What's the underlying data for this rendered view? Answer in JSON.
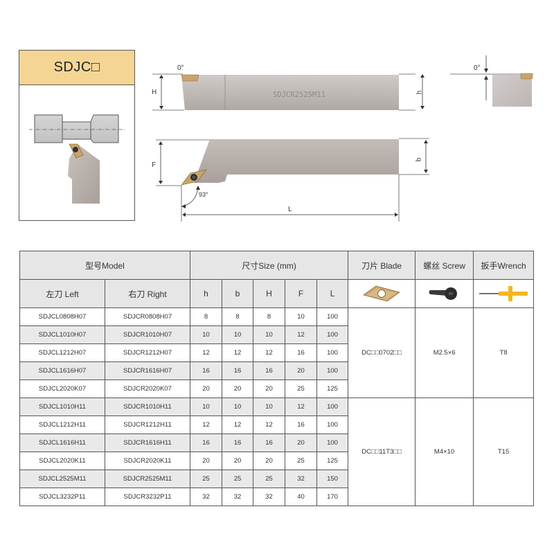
{
  "card": {
    "title": "SDJC□"
  },
  "drawing": {
    "top_view": {
      "rake_angle": "0°",
      "dim_H": "H",
      "dim_h": "h",
      "engraving": "SDJCR2525M11"
    },
    "side_view": {
      "rake_angle": "0°"
    },
    "plan_view": {
      "dim_F": "F",
      "dim_b": "b",
      "dim_L": "L",
      "lead_angle": "93°"
    }
  },
  "table": {
    "headers": {
      "model": "型号Model",
      "size": "尺寸Size (mm)",
      "blade": "刀片 Blade",
      "screw": "螺丝 Screw",
      "wrench": "扳手Wrench",
      "left": "左刀 Left",
      "right": "右刀 Right",
      "h": "h",
      "b": "b",
      "H": "H",
      "F": "F",
      "L": "L"
    },
    "icons": {
      "blade": "insert-icon",
      "screw": "screw-icon",
      "wrench": "wrench-icon"
    },
    "groups": [
      {
        "blade": "DC□□0702□□",
        "screw": "M2.5×6",
        "wrench": "T8",
        "rows": [
          {
            "left": "SDJCL0808H07",
            "right": "SDJCR0808H07",
            "h": "8",
            "b": "8",
            "H": "8",
            "F": "10",
            "L": "100"
          },
          {
            "left": "SDJCL1010H07",
            "right": "SDJCR1010H07",
            "h": "10",
            "b": "10",
            "H": "10",
            "F": "12",
            "L": "100"
          },
          {
            "left": "SDJCL1212H07",
            "right": "SDJCR1212H07",
            "h": "12",
            "b": "12",
            "H": "12",
            "F": "16",
            "L": "100"
          },
          {
            "left": "SDJCL1616H07",
            "right": "SDJCR1616H07",
            "h": "16",
            "b": "16",
            "H": "16",
            "F": "20",
            "L": "100"
          },
          {
            "left": "SDJCL2020K07",
            "right": "SDJCR2020K07",
            "h": "20",
            "b": "20",
            "H": "20",
            "F": "25",
            "L": "125"
          }
        ]
      },
      {
        "blade": "DC□□11T3□□",
        "screw": "M4×10",
        "wrench": "T15",
        "rows": [
          {
            "left": "SDJCL1010H11",
            "right": "SDJCR1010H11",
            "h": "10",
            "b": "10",
            "H": "10",
            "F": "12",
            "L": "100"
          },
          {
            "left": "SDJCL1212H11",
            "right": "SDJCR1212H11",
            "h": "12",
            "b": "12",
            "H": "12",
            "F": "16",
            "L": "100"
          },
          {
            "left": "SDJCL1616H11",
            "right": "SDJCR1616H11",
            "h": "16",
            "b": "16",
            "H": "16",
            "F": "20",
            "L": "100"
          },
          {
            "left": "SDJCL2020K11",
            "right": "SDJCR2020K11",
            "h": "20",
            "b": "20",
            "H": "20",
            "F": "25",
            "L": "125"
          },
          {
            "left": "SDJCL2525M11",
            "right": "SDJCR2525M11",
            "h": "25",
            "b": "25",
            "H": "25",
            "F": "32",
            "L": "150"
          },
          {
            "left": "SDJCL3232P11",
            "right": "SDJCR3232P11",
            "h": "32",
            "b": "32",
            "H": "32",
            "F": "40",
            "L": "170"
          }
        ]
      }
    ]
  },
  "colors": {
    "card_header": "#f5d594",
    "table_header": "#e6e6e6",
    "row_alt": "#e9e9e9",
    "insert_gold": "#c9a46a",
    "wrench_yellow": "#f2b81d",
    "tool_body": "#b8b0ac"
  }
}
